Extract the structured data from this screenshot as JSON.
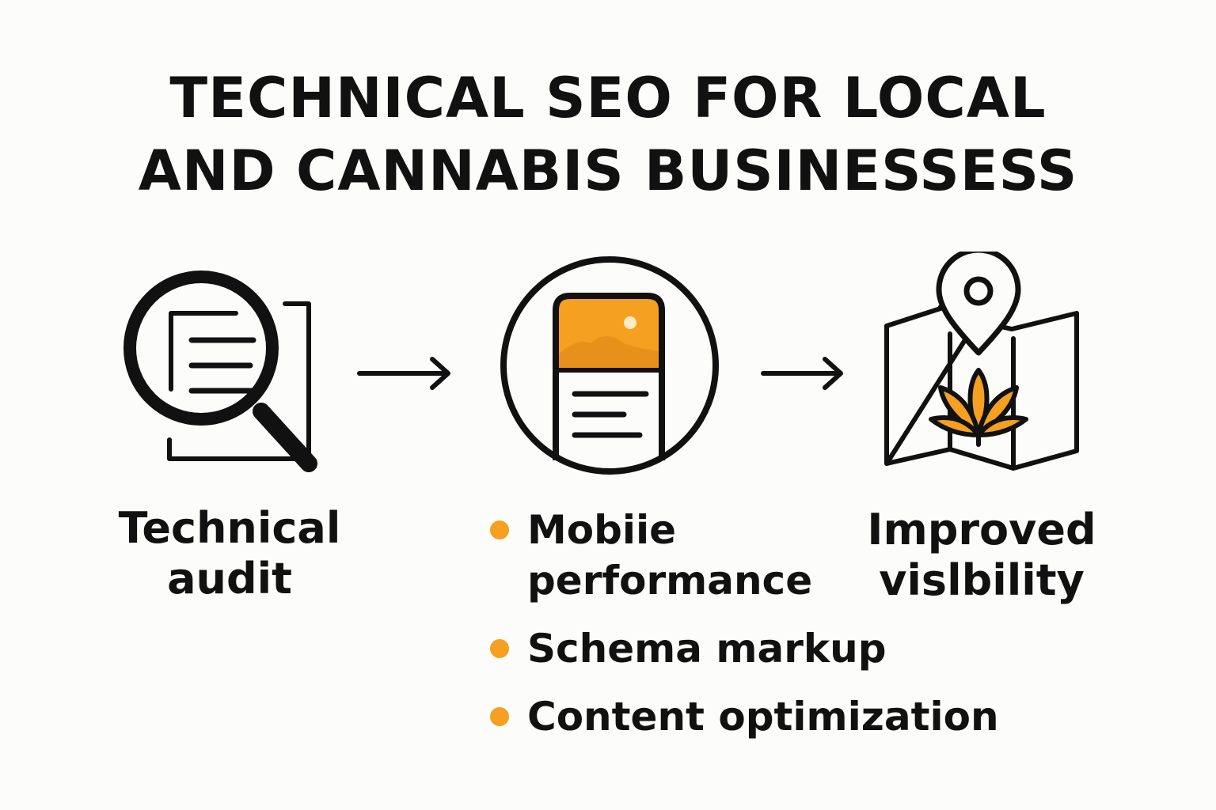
{
  "title": {
    "line1": "TECHNICAL SEO FOR LOCAL",
    "line2": "AND CANNABIS BUSINESSESS"
  },
  "colors": {
    "accent": "#f5a020",
    "ink": "#111111",
    "background": "#fcfcfa"
  },
  "steps": [
    {
      "icon": "magnifier-document-icon",
      "label_line1": "Technical",
      "label_line2": "audit"
    },
    {
      "icon": "mobile-phone-icon",
      "bullets": [
        {
          "line1": "Mobiie",
          "line2": "performance"
        },
        {
          "line1": "Schema markup"
        },
        {
          "line1": "Content optimization"
        }
      ]
    },
    {
      "icon": "map-pin-cannabis-icon",
      "label_line1": "Improved",
      "label_line2": "vislbility"
    }
  ],
  "connectors": [
    "arrow-right-icon",
    "arrow-right-icon"
  ]
}
